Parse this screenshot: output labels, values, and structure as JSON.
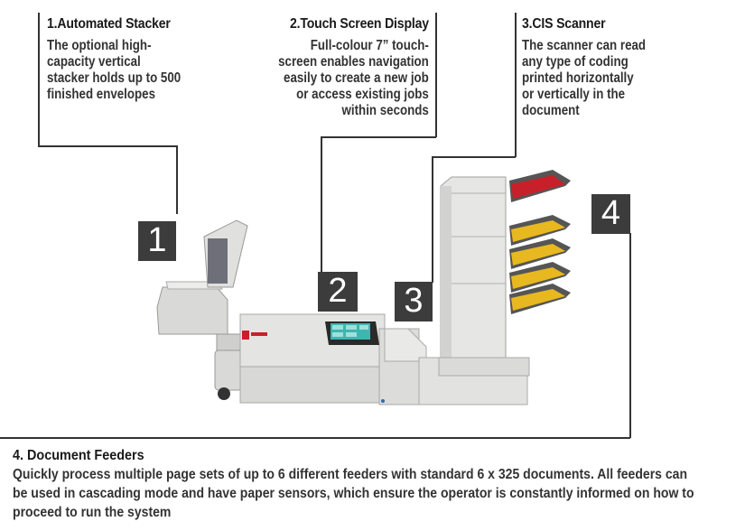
{
  "callouts": {
    "stacker": {
      "title": "1.Automated Stacker",
      "lines": [
        "The optional high-",
        "capacity vertical",
        "stacker holds up to 500",
        "finished envelopes"
      ],
      "number": "1"
    },
    "touchscreen": {
      "title": "2.Touch Screen Display",
      "lines": [
        "Full-colour 7” touch-",
        "screen enables navigation",
        "easily to create a new job",
        "or access existing jobs",
        "within seconds"
      ],
      "number": "2"
    },
    "scanner": {
      "title": "3.CIS Scanner",
      "lines": [
        "The scanner can read",
        "any type of coding",
        "printed horizontally",
        "or vertically in the",
        "document"
      ],
      "number": "3"
    },
    "feeders": {
      "title": "4. Document Feeders",
      "lines": [
        "Quickly process multiple page sets of up to 6 different feeders with standard 6 x 325 documents. All feeders can",
        "be used in cascading mode and have paper sensors, which ensure the operator is constantly informed on how to",
        "proceed to run the system"
      ],
      "number": "4"
    }
  },
  "colors": {
    "number_box": "#3c3c3c",
    "machine_body": "#e4e4e2",
    "feeder_yellow": "#e8b820",
    "top_tray_red": "#c8202a",
    "screen_teal": "#3fb5b0"
  }
}
